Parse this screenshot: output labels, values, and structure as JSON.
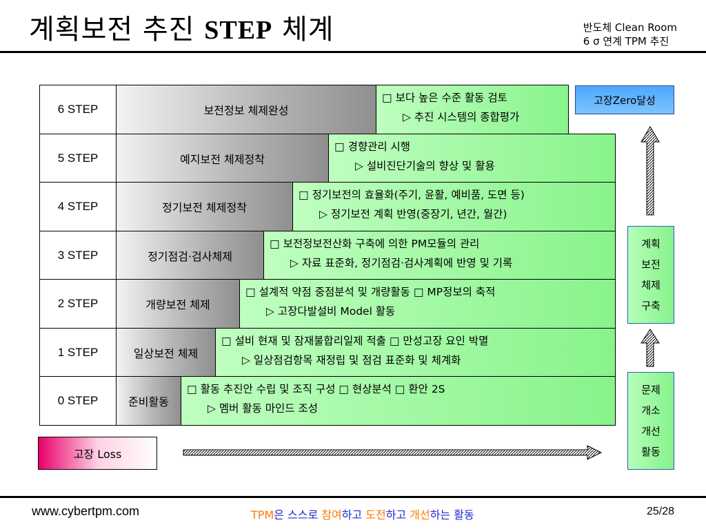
{
  "header": {
    "title_ko": "계획보전 추진",
    "title_en": "STEP",
    "title_tail": "체계",
    "sub_line1": "반도체 Clean Room",
    "sub_line2": "6 σ 연계 TPM 추진"
  },
  "steps": [
    {
      "step": "6 STEP",
      "label": "보전정보 체제완성",
      "line1": "□ 보다 높은 수준 활동 검토",
      "line2": "▷ 추진 시스템의  종합평가"
    },
    {
      "step": "5 STEP",
      "label": "예지보전 체제정착",
      "line1": "□ 경향관리 시행",
      "line2": "▷ 설비진단기술의 향상 및 활용"
    },
    {
      "step": "4 STEP",
      "label": "정기보전 체제정착",
      "line1": "□ 정기보전의 효율화(주기, 윤활, 예비품, 도면 등)",
      "line2": "▷ 정기보전 계획 반영(중장기, 년간, 월간)"
    },
    {
      "step": "3 STEP",
      "label": "정기점검·검사체제",
      "line1": "□ 보전정보전산화 구축에 의한 PM모듈의 관리",
      "line2": "▷ 자료 표준화, 정기점검·검사계획에 반영 및 기록"
    },
    {
      "step": "2 STEP",
      "label": "개량보전 체제",
      "line1": "□ 설계적 약점 중점분석 및 개량활동   □  MP정보의 축적",
      "line2": "▷ 고장다발설비 Model 활동"
    },
    {
      "step": "1 STEP",
      "label": "일상보전 체제",
      "line1": "□ 설비 현재 및 잠재불합리일제 적출    □ 만성고장 요인 박멸",
      "line2": "▷ 일상점검항목 재정립 및 점검 표준화 및 체계화"
    },
    {
      "step": "0 STEP",
      "label": "준비활동",
      "line1": "□ 활동 추진안 수립 및 조직 구성   □ 현상분석   □ 환안 2S",
      "line2": "▷ 멤버 활동 마인드 조성"
    }
  ],
  "side": {
    "goal": "고장Zero달성",
    "plan_lines": [
      "계획",
      "보전",
      "체제",
      "구축"
    ],
    "improve_lines": [
      "문제",
      "개소",
      "개선",
      "활동"
    ]
  },
  "loss_label": "고장 Loss",
  "footer": {
    "url": "www.cybertpm.com",
    "slogan": {
      "p1": "TPM",
      "p2": "은 ",
      "p3": "스스로 ",
      "p4": "참여",
      "p5": "하고 ",
      "p6": "도전",
      "p7": "하고 ",
      "p8": "개선",
      "p9": "하는 ",
      "p10": "활동"
    },
    "page": "25/28"
  },
  "colors": {
    "green_box": "#88f38b",
    "goal_box": "#4ea6ff",
    "loss_box": "#e8006a",
    "slogan_orange": "#ff7a00",
    "slogan_blue": "#1d2bd0"
  }
}
